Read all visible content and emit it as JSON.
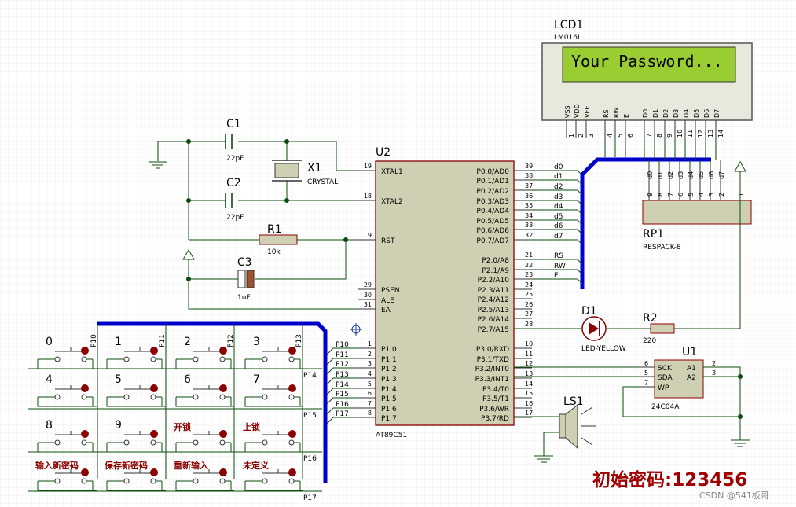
{
  "lcd": {
    "ref": "LCD1",
    "model": "LM016L",
    "text": "Your Password...",
    "pins": [
      "VSS",
      "VDD",
      "VEE",
      "RS",
      "RW",
      "E",
      "D0",
      "D1",
      "D2",
      "D3",
      "D4",
      "D5",
      "D6",
      "D7"
    ],
    "pin_numbers": [
      "1",
      "2",
      "3",
      "4",
      "5",
      "6",
      "7",
      "8",
      "9",
      "10",
      "11",
      "12",
      "13",
      "14"
    ]
  },
  "c1": {
    "ref": "C1",
    "value": "22pF"
  },
  "c2": {
    "ref": "C2",
    "value": "22pF"
  },
  "c3": {
    "ref": "C3",
    "value": "1uF"
  },
  "x1": {
    "ref": "X1",
    "value": "CRYSTAL"
  },
  "r1": {
    "ref": "R1",
    "value": "10k"
  },
  "r2": {
    "ref": "R2",
    "value": "220"
  },
  "d1": {
    "ref": "D1",
    "value": "LED-YELLOW"
  },
  "u1": {
    "ref": "U1",
    "value": "24C04A",
    "pins_left": [
      "SCK",
      "SDA",
      "WP"
    ],
    "pins_left_num": [
      "6",
      "5",
      "7"
    ],
    "pins_right": [
      "A1",
      "A2"
    ],
    "pins_right_num": [
      "2",
      "3"
    ]
  },
  "ls1": {
    "ref": "LS1"
  },
  "rp1": {
    "ref": "RP1",
    "value": "RESPACK-8",
    "pins": [
      "9",
      "8",
      "7",
      "6",
      "5",
      "4",
      "3",
      "2"
    ],
    "labels": [
      "d0",
      "d1",
      "d2",
      "d3",
      "d4",
      "d5",
      "d6",
      "d7"
    ],
    "pin1": "1"
  },
  "u2": {
    "ref": "U2",
    "value": "AT89C51",
    "left_pins": [
      {
        "num": "19",
        "name": "XTAL1"
      },
      {
        "num": "18",
        "name": "XTAL2"
      },
      {
        "num": "9",
        "name": "RST"
      },
      {
        "num": "29",
        "name": "PSEN"
      },
      {
        "num": "30",
        "name": "ALE"
      },
      {
        "num": "31",
        "name": "EA"
      },
      {
        "num": "1",
        "name": "P1.0"
      },
      {
        "num": "2",
        "name": "P1.1"
      },
      {
        "num": "3",
        "name": "P1.2"
      },
      {
        "num": "4",
        "name": "P1.3"
      },
      {
        "num": "5",
        "name": "P1.4"
      },
      {
        "num": "6",
        "name": "P1.5"
      },
      {
        "num": "7",
        "name": "P1.6"
      },
      {
        "num": "8",
        "name": "P1.7"
      }
    ],
    "right_pins": [
      {
        "num": "39",
        "name": "P0.0/AD0"
      },
      {
        "num": "38",
        "name": "P0.1/AD1"
      },
      {
        "num": "37",
        "name": "P0.2/AD2"
      },
      {
        "num": "36",
        "name": "P0.3/AD3"
      },
      {
        "num": "35",
        "name": "P0.4/AD4"
      },
      {
        "num": "34",
        "name": "P0.5/AD5"
      },
      {
        "num": "33",
        "name": "P0.6/AD6"
      },
      {
        "num": "32",
        "name": "P0.7/AD7"
      },
      {
        "num": "21",
        "name": "P2.0/A8"
      },
      {
        "num": "22",
        "name": "P2.1/A9"
      },
      {
        "num": "23",
        "name": "P2.2/A10"
      },
      {
        "num": "24",
        "name": "P2.3/A11"
      },
      {
        "num": "25",
        "name": "P2.4/A12"
      },
      {
        "num": "26",
        "name": "P2.5/A13"
      },
      {
        "num": "27",
        "name": "P2.6/A14"
      },
      {
        "num": "28",
        "name": "P2.7/A15"
      },
      {
        "num": "10",
        "name": "P3.0/RXD"
      },
      {
        "num": "11",
        "name": "P3.1/TXD"
      },
      {
        "num": "12",
        "name": "P3.2/INT0"
      },
      {
        "num": "13",
        "name": "P3.3/INT1"
      },
      {
        "num": "14",
        "name": "P3.4/T0"
      },
      {
        "num": "15",
        "name": "P3.5/T1"
      },
      {
        "num": "16",
        "name": "P3.6/WR"
      },
      {
        "num": "17",
        "name": "P3.7/RD"
      }
    ],
    "net_labels_p0": [
      "d0",
      "d1",
      "d2",
      "d3",
      "d4",
      "d5",
      "d6",
      "d7"
    ],
    "net_labels_p2": [
      "RS",
      "RW",
      "E"
    ],
    "net_labels_p1": [
      "P10",
      "P11",
      "P12",
      "P13",
      "P14",
      "P15",
      "P16",
      "P17"
    ]
  },
  "keypad": {
    "rows": [
      [
        "0",
        "1",
        "2",
        "3"
      ],
      [
        "4",
        "5",
        "6",
        "7"
      ],
      [
        "8",
        "9",
        "开锁",
        "上锁"
      ],
      [
        "输入新密码",
        "保存新密码",
        "重新输入",
        "未定义"
      ]
    ],
    "col_labels": [
      "P10",
      "P11",
      "P12",
      "P13"
    ],
    "row_labels": [
      "P14",
      "P15",
      "P16",
      "P17"
    ]
  },
  "caption": "初始密码:123456",
  "watermark": "CSDN @541板哥",
  "colors": {
    "wire": "#0a4d0a",
    "bus": "#0000cc",
    "body": "#cfcfb4",
    "body_border": "#8b0000",
    "lcd_screen": "#9acd32",
    "lcd_frame": "#e8e8dc",
    "caption": "#a00000"
  }
}
